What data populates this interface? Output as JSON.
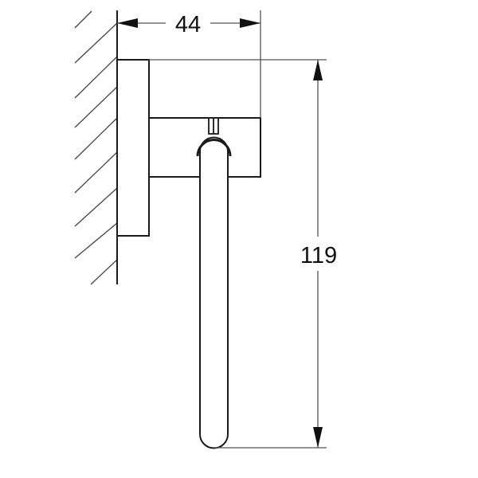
{
  "drawing": {
    "type": "technical dimension drawing",
    "subject": "wall-mounted towel/paper holder side view",
    "colors": {
      "background": "#ffffff",
      "outline": "#1a1a1a",
      "dimension_line": "#555555",
      "hatch": "#444444"
    }
  },
  "dimensions": {
    "width": {
      "label": "44",
      "orientation": "horizontal"
    },
    "height": {
      "label": "119",
      "orientation": "vertical"
    }
  }
}
